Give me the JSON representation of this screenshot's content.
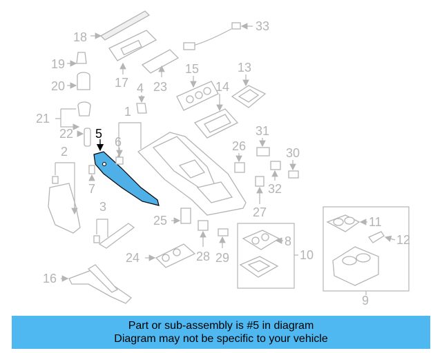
{
  "colors": {
    "banner": "#4fb8f0",
    "highlight_part": "#4fb0e8",
    "parts_line": "#b4b4b4"
  },
  "diagram": {
    "callouts": [
      "18",
      "33",
      "19",
      "17",
      "23",
      "20",
      "15",
      "13",
      "4",
      "14",
      "21",
      "1",
      "22",
      "5",
      "31",
      "30",
      "6",
      "26",
      "2",
      "7",
      "32",
      "3",
      "27",
      "25",
      "8",
      "11",
      "12",
      "10",
      "24",
      "28",
      "29",
      "9",
      "16"
    ],
    "highlighted_callout": "5"
  },
  "footer": {
    "line1": "Part or sub-assembly is #5 in diagram",
    "line2": "Diagram may not be specific to your vehicle"
  }
}
